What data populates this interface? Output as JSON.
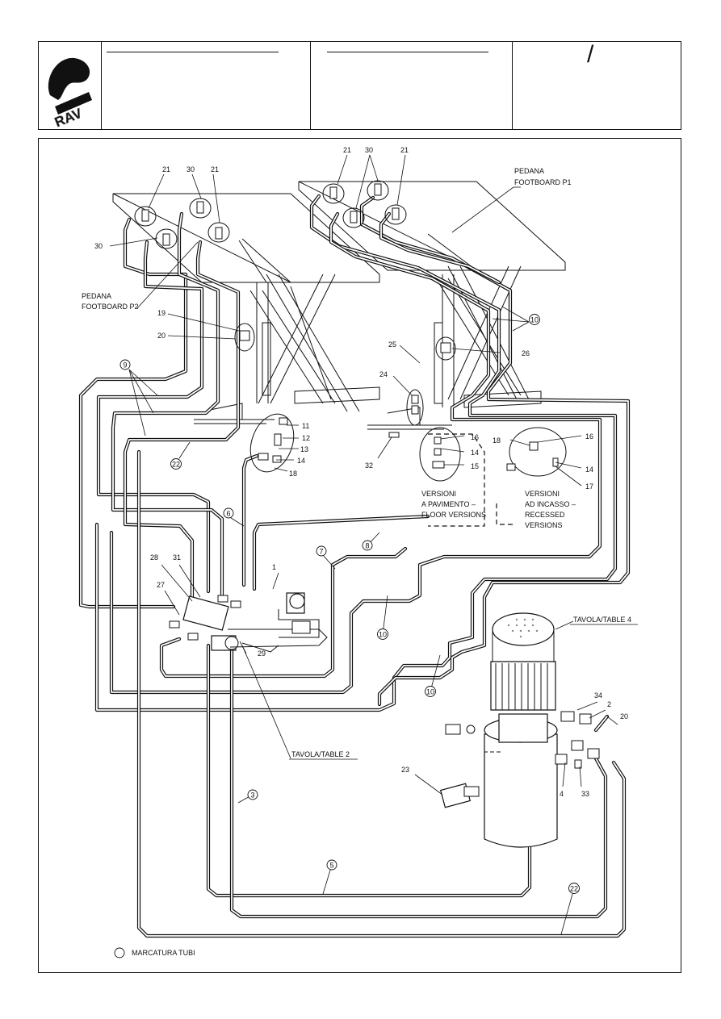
{
  "header": {
    "logo_text": "RAV",
    "revision_mark": "/"
  },
  "footboards": {
    "p1": {
      "line1": "PEDANA",
      "line2": "FOOTBOARD P1"
    },
    "p2": {
      "line1": "PEDANA",
      "line2": "FOOTBOARD P2"
    }
  },
  "versions": {
    "floor": [
      "VERSIONI",
      "A PAVIMENTO –",
      "FLOOR VERSIONS"
    ],
    "recessed": [
      "VERSIONI",
      "AD INCASSO –",
      "RECESSED",
      "VERSIONS"
    ]
  },
  "tables": {
    "table2": "TAVOLA/TABLE 2",
    "table4": "TAVOLA/TABLE 4"
  },
  "legend": {
    "text": "MARCATURA TUBI"
  },
  "part_labels": {
    "p1_21a": "21",
    "p1_30": "30",
    "p1_21b": "21",
    "p2_21a": "21",
    "p2_30a": "30",
    "p2_21b": "21",
    "p2_30b": "30",
    "n19": "19",
    "n20": "20",
    "n11": "11",
    "n12": "12",
    "n13": "13",
    "n14a": "14",
    "n18a": "18",
    "n25": "25",
    "n24": "24",
    "n26": "26",
    "n32": "32",
    "n16a": "16",
    "n14b": "14",
    "n15": "15",
    "n18b": "18",
    "n16b": "16",
    "n14c": "14",
    "n17": "17",
    "n28": "28",
    "n31": "31",
    "n27": "27",
    "n1": "1",
    "n29": "29",
    "n34": "34",
    "n2": "2",
    "n20b": "20",
    "n23": "23",
    "n4": "4",
    "n33": "33"
  },
  "pipe_markers": {
    "m9": "9",
    "m22a": "22",
    "m6": "6",
    "m7": "7",
    "m8": "8",
    "m10a": "10",
    "m10b": "10",
    "m10c": "10",
    "m3": "3",
    "m5": "5",
    "m22b": "22"
  }
}
